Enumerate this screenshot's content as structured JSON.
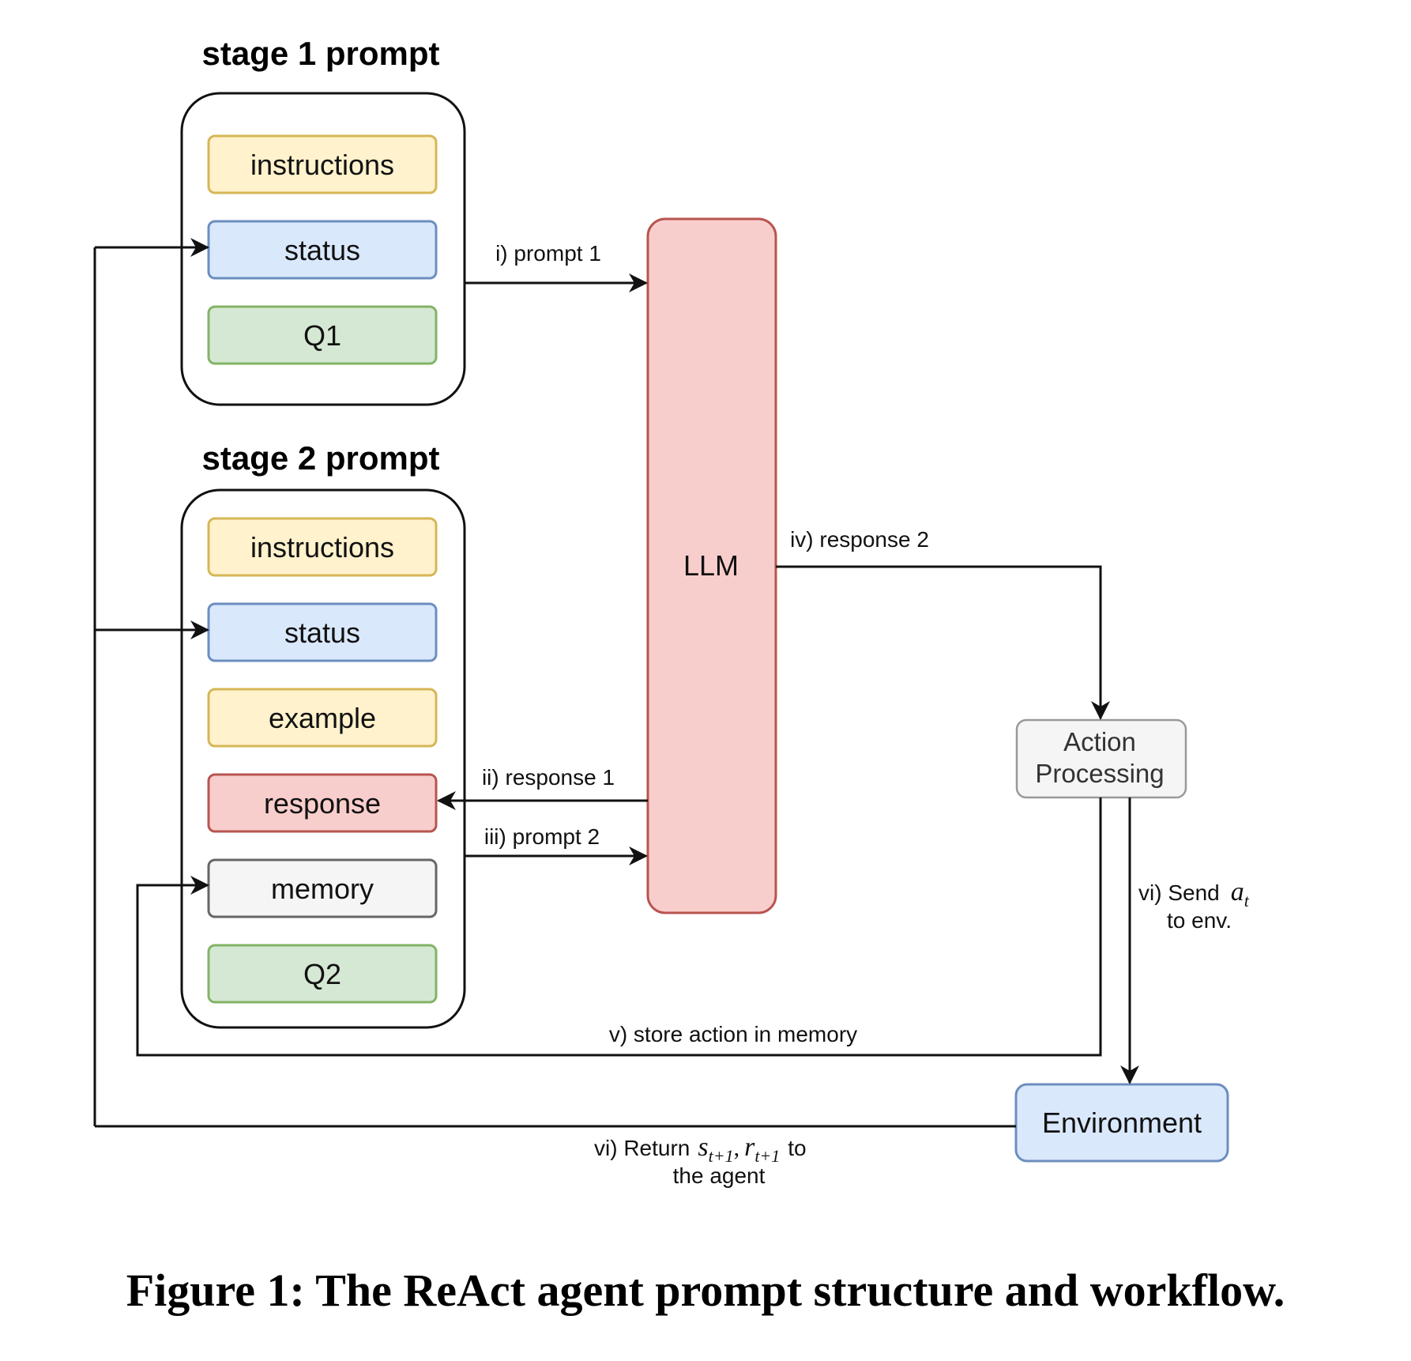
{
  "figure": {
    "caption": "Figure 1: The ReAct agent prompt structure and workflow."
  },
  "stage1": {
    "title": "stage 1 prompt",
    "blocks": [
      {
        "label": "instructions",
        "fill": "#fff2cc",
        "stroke": "#d6b656"
      },
      {
        "label": "status",
        "fill": "#dae8fc",
        "stroke": "#6c8ebf"
      },
      {
        "label": "Q1",
        "fill": "#d5e8d4",
        "stroke": "#82b366"
      }
    ]
  },
  "stage2": {
    "title": "stage 2 prompt",
    "blocks": [
      {
        "label": "instructions",
        "fill": "#fff2cc",
        "stroke": "#d6b656"
      },
      {
        "label": "status",
        "fill": "#dae8fc",
        "stroke": "#6c8ebf"
      },
      {
        "label": "example",
        "fill": "#fff2cc",
        "stroke": "#d6b656"
      },
      {
        "label": "response",
        "fill": "#f8cecc",
        "stroke": "#b85450"
      },
      {
        "label": "memory",
        "fill": "#f5f5f5",
        "stroke": "#666666"
      },
      {
        "label": "Q2",
        "fill": "#d5e8d4",
        "stroke": "#82b366"
      }
    ]
  },
  "llm": {
    "label": "LLM",
    "fill": "#f8cecc",
    "stroke": "#b85450"
  },
  "action_processing": {
    "line1": "Action",
    "line2": "Processing",
    "fill": "#f5f5f5",
    "stroke": "#999999"
  },
  "environment": {
    "label": "Environment",
    "fill": "#dae8fc",
    "stroke": "#6c8ebf"
  },
  "edges": {
    "prompt1": "i) prompt 1",
    "response1": "ii) response 1",
    "prompt2": "iii) prompt 2",
    "response2": "iv) response 2",
    "store": "v) store action in memory",
    "send": {
      "prefix": "vi) Send",
      "math": "a",
      "sub": "t",
      "line2": "to env."
    },
    "return": {
      "prefix": "vi) Return",
      "s": "s",
      "s_sub": "t+1",
      "comma": ",",
      "r": "r",
      "r_sub": "t+1",
      "suffix": "to",
      "line2": "the agent"
    }
  }
}
